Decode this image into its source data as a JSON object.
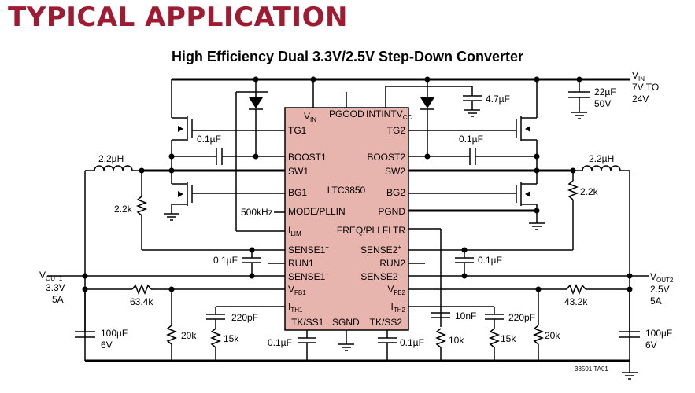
{
  "header": {
    "title": "TYPICAL APPLICATION",
    "subtitle": "High Efficiency Dual 3.3V/2.5V Step-Down Converter"
  },
  "ic": {
    "name": "LTC3850",
    "pins_left": [
      "TG1",
      "BOOST1",
      "SW1",
      "BG1",
      "MODE/PLLIN",
      "I",
      "SENSE1",
      "RUN1",
      "SENSE1",
      "V",
      "I",
      "TK/SS1"
    ],
    "pins_right": [
      "TG2",
      "BOOST2",
      "SW2",
      "BG2",
      "PGND",
      "FREQ/PLLFLTR",
      "SENSE2",
      "RUN2",
      "SENSE2",
      "V",
      "I",
      "TK/SS2"
    ],
    "pins_top": [
      "V",
      "PGOOD",
      "INTV"
    ],
    "pin_bottom": "SGND",
    "subs": {
      "lim": "LIM",
      "fb1": "FB1",
      "fb2": "FB2",
      "th1": "TH1",
      "th2": "TH2",
      "in": "IN",
      "cc": "CC"
    },
    "sups": {
      "plus": "+",
      "minus": "–"
    }
  },
  "inputs": {
    "vin": {
      "name": "V",
      "sub": "IN",
      "range": "7V TO",
      "range2": "24V"
    },
    "cin": {
      "c": "22µF",
      "v": "50V"
    },
    "intv_cap": "4.7µF"
  },
  "outputs": {
    "out1": {
      "name": "V",
      "sub": "OUT1",
      "voltage": "3.3V",
      "current": "5A"
    },
    "out2": {
      "name": "V",
      "sub": "OUT2",
      "voltage": "2.5V",
      "current": "5A"
    }
  },
  "components": {
    "boost_cap1": "0.1µF",
    "boost_cap2": "0.1µF",
    "l1": "2.2µH",
    "l2": "2.2µH",
    "r_sense1": "2.2k",
    "r_sense2": "2.2k",
    "mode": "500kHz",
    "c_sense1": "0.1µF",
    "c_sense2": "0.1µF",
    "r_fb_top1": "63.4k",
    "r_fb_top2": "43.2k",
    "c_out1": "100µF",
    "c_out1_v": "6V",
    "c_out2": "100µF",
    "c_out2_v": "6V",
    "r_fb_bot1": "20k",
    "r_fb_bot2": "20k",
    "c_ith1": "220pF",
    "c_ith2": "220pF",
    "r_ith1": "15k",
    "r_ith2": "15k",
    "c_ss1": "0.1µF",
    "c_ss2": "0.1µF",
    "c_pll": "10nF",
    "r_pll": "10k"
  },
  "footer": {
    "code": "38501 TA01"
  }
}
